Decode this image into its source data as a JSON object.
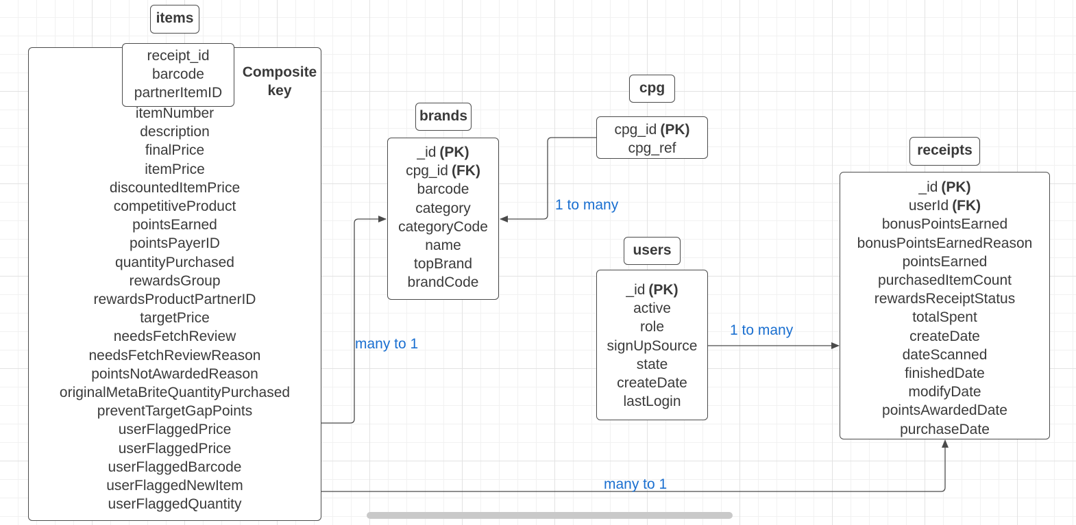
{
  "items": {
    "title": "items",
    "composite_label": [
      "Composite",
      "key"
    ],
    "key_fields": [
      "receipt_id",
      "barcode",
      "partnerItemID"
    ],
    "fields": [
      "itemNumber",
      "description",
      "finalPrice",
      "itemPrice",
      "discountedItemPrice",
      "competitiveProduct",
      "pointsEarned",
      "pointsPayerID",
      "quantityPurchased",
      "rewardsGroup",
      "rewardsProductPartnerID",
      "targetPrice",
      "needsFetchReview",
      "needsFetchReviewReason",
      "pointsNotAwardedReason",
      "originalMetaBriteQuantityPurchased",
      "preventTargetGapPoints",
      "userFlaggedPrice",
      "userFlaggedPrice",
      "userFlaggedBarcode",
      "userFlaggedNewItem",
      "userFlaggedQuantity"
    ]
  },
  "brands": {
    "title": "brands",
    "fields": [
      {
        "name": "_id",
        "tag": "(PK)"
      },
      {
        "name": "cpg_id",
        "tag": "(FK)"
      },
      {
        "name": "barcode",
        "tag": ""
      },
      {
        "name": "category",
        "tag": ""
      },
      {
        "name": "categoryCode",
        "tag": ""
      },
      {
        "name": "name",
        "tag": ""
      },
      {
        "name": "topBrand",
        "tag": ""
      },
      {
        "name": "brandCode",
        "tag": ""
      }
    ]
  },
  "cpg": {
    "title": "cpg",
    "fields": [
      {
        "name": "cpg_id",
        "tag": "(PK)"
      },
      {
        "name": "cpg_ref",
        "tag": ""
      }
    ]
  },
  "users": {
    "title": "users",
    "fields": [
      {
        "name": "_id",
        "tag": "(PK)"
      },
      {
        "name": "active",
        "tag": ""
      },
      {
        "name": "role",
        "tag": ""
      },
      {
        "name": "signUpSource",
        "tag": ""
      },
      {
        "name": "state",
        "tag": ""
      },
      {
        "name": "createDate",
        "tag": ""
      },
      {
        "name": "lastLogin",
        "tag": ""
      }
    ]
  },
  "receipts": {
    "title": "receipts",
    "fields": [
      {
        "name": "_id",
        "tag": "(PK)"
      },
      {
        "name": "userId",
        "tag": "(FK)"
      },
      {
        "name": "bonusPointsEarned",
        "tag": ""
      },
      {
        "name": "bonusPointsEarnedReason",
        "tag": ""
      },
      {
        "name": "pointsEarned",
        "tag": ""
      },
      {
        "name": "purchasedItemCount",
        "tag": ""
      },
      {
        "name": "rewardsReceiptStatus",
        "tag": ""
      },
      {
        "name": "totalSpent",
        "tag": ""
      },
      {
        "name": "createDate",
        "tag": ""
      },
      {
        "name": "dateScanned",
        "tag": ""
      },
      {
        "name": "finishedDate",
        "tag": ""
      },
      {
        "name": "modifyDate",
        "tag": ""
      },
      {
        "name": "pointsAwardedDate",
        "tag": ""
      },
      {
        "name": "purchaseDate",
        "tag": ""
      }
    ]
  },
  "relationships": {
    "items_to_brands": "many to 1",
    "cpg_to_brands": "1 to many",
    "users_to_receipts": "1 to many",
    "items_to_receipts": "many to 1"
  },
  "colors": {
    "line": "#4a4a4a",
    "label": "#1a6fd0",
    "grid": "#e2e2e2"
  }
}
